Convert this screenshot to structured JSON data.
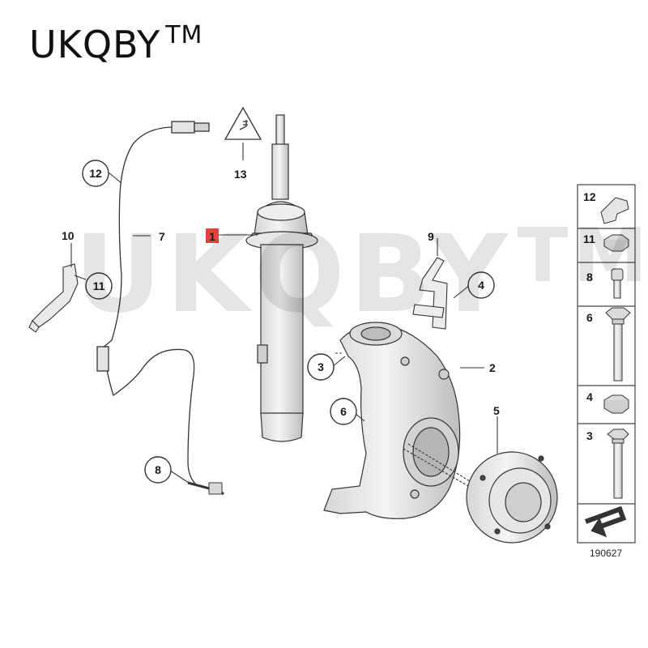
{
  "brand": {
    "name": "UKQBY",
    "trademark": "TM"
  },
  "watermark": {
    "name": "UKQBY",
    "trademark": "TM"
  },
  "callouts": {
    "c1": "1",
    "c2": "2",
    "c3": "3",
    "c4": "4",
    "c5": "5",
    "c6": "6",
    "c7": "7",
    "c8": "8",
    "c9": "9",
    "c10": "10",
    "c11": "11",
    "c12": "12",
    "c13": "13"
  },
  "legend": {
    "items": [
      {
        "label": "12",
        "part": "clip"
      },
      {
        "label": "11",
        "part": "nut"
      },
      {
        "label": "8",
        "part": "socket-screw"
      },
      {
        "label": "6",
        "part": "hex-bolt"
      },
      {
        "label": "4",
        "part": "nut"
      },
      {
        "label": "3",
        "part": "long-bolt"
      }
    ]
  },
  "drawing_number": "190627",
  "colors": {
    "highlight": "#e0443e",
    "line": "#1a1a1a",
    "part_fill": "#e9e9e9",
    "part_shade": "#c9c9c9"
  }
}
